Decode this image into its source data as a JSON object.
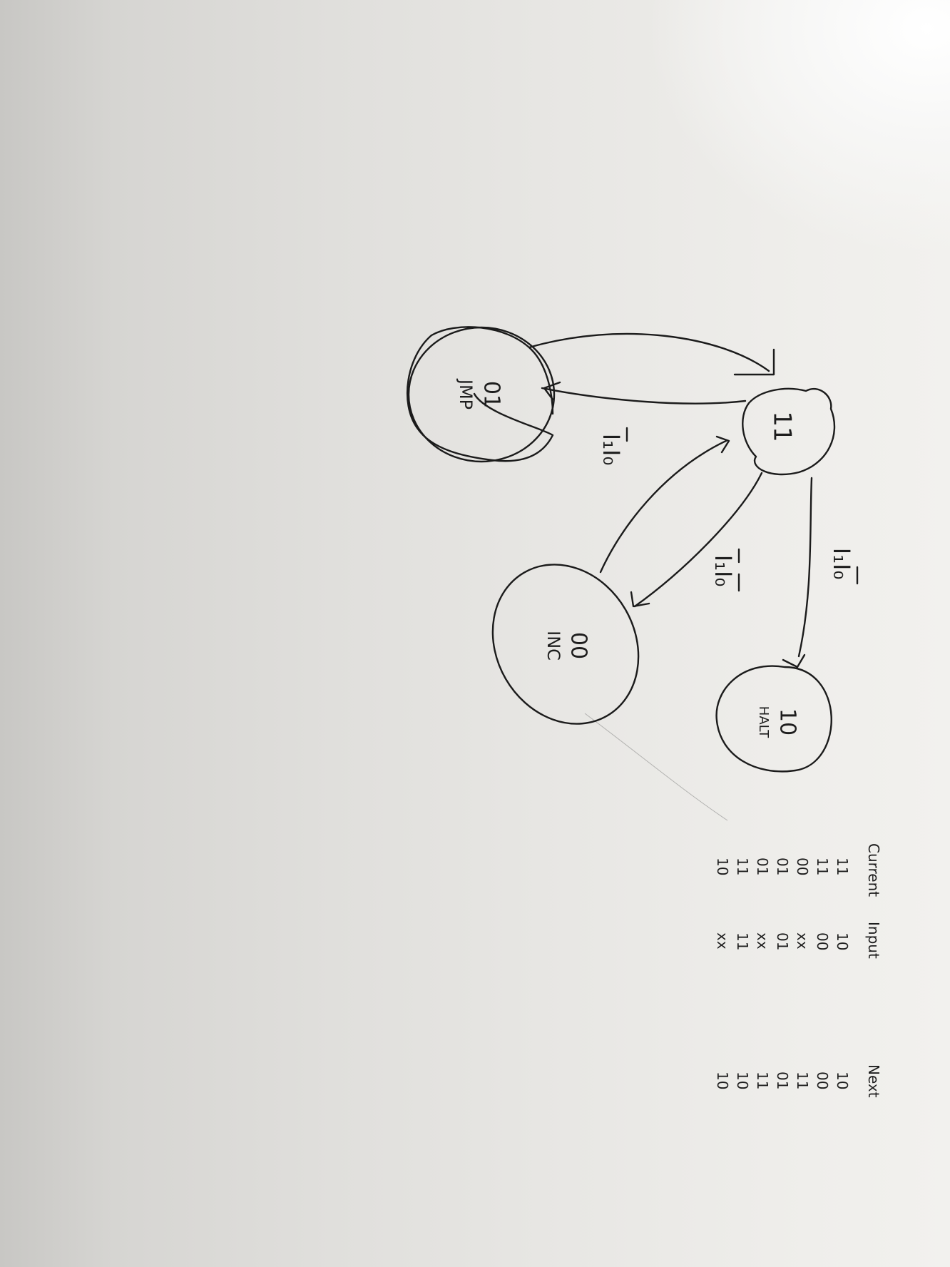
{
  "states": [
    {
      "id": "s11",
      "code": "11",
      "name": ""
    },
    {
      "id": "s01",
      "code": "01",
      "name": "JMP"
    },
    {
      "id": "s00",
      "code": "00",
      "name": "INC"
    },
    {
      "id": "s10",
      "code": "10",
      "name": "HALT"
    }
  ],
  "transitions": [
    {
      "from": "11",
      "to": "01",
      "label": "I₁I₀",
      "bar": "first"
    },
    {
      "from": "11",
      "to": "00",
      "label": "I₁I₀",
      "bar": "both"
    },
    {
      "from": "11",
      "to": "10",
      "label": "I₁I₀",
      "bar": "second"
    },
    {
      "from": "01",
      "to": "11",
      "label": ""
    },
    {
      "from": "00",
      "to": "11",
      "label": ""
    }
  ],
  "table": {
    "headers": {
      "current": "Current",
      "input": "Input",
      "next": "Next"
    },
    "rows": [
      {
        "current": "11",
        "input": "10",
        "next": "10"
      },
      {
        "current": "11",
        "input": "00",
        "next": "00"
      },
      {
        "current": "00",
        "input": "xx",
        "next": "11"
      },
      {
        "current": "01",
        "input": "01",
        "next": "01"
      },
      {
        "current": "01",
        "input": "xx",
        "next": "11"
      },
      {
        "current": "11",
        "input": "11",
        "next": "10"
      },
      {
        "current": "10",
        "input": "xx",
        "next": "10"
      }
    ]
  },
  "colors": {
    "ink": "#1b1b1b",
    "paper": "#e6e5e2"
  }
}
